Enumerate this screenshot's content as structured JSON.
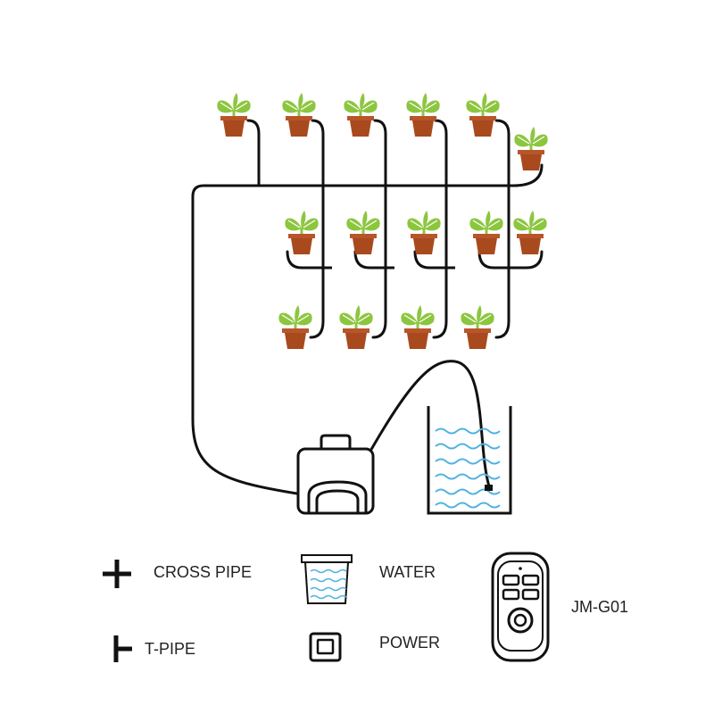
{
  "legend": {
    "cross_pipe": "CROSS PIPE",
    "t_pipe": "T-PIPE",
    "water": "WATER",
    "power": "POWER",
    "controller": "JM-G01"
  },
  "colors": {
    "pipe": "#111111",
    "pot": "#a84a1e",
    "pot_rim": "#b8552a",
    "leaf": "#8cc63f",
    "leaf_vein": "#ffffff",
    "water": "#4fb3e0"
  },
  "icons": [
    "plant-pot-icon",
    "cross-pipe-icon",
    "t-pipe-icon",
    "water-container-icon",
    "power-icon",
    "pump-icon",
    "controller-icon"
  ]
}
